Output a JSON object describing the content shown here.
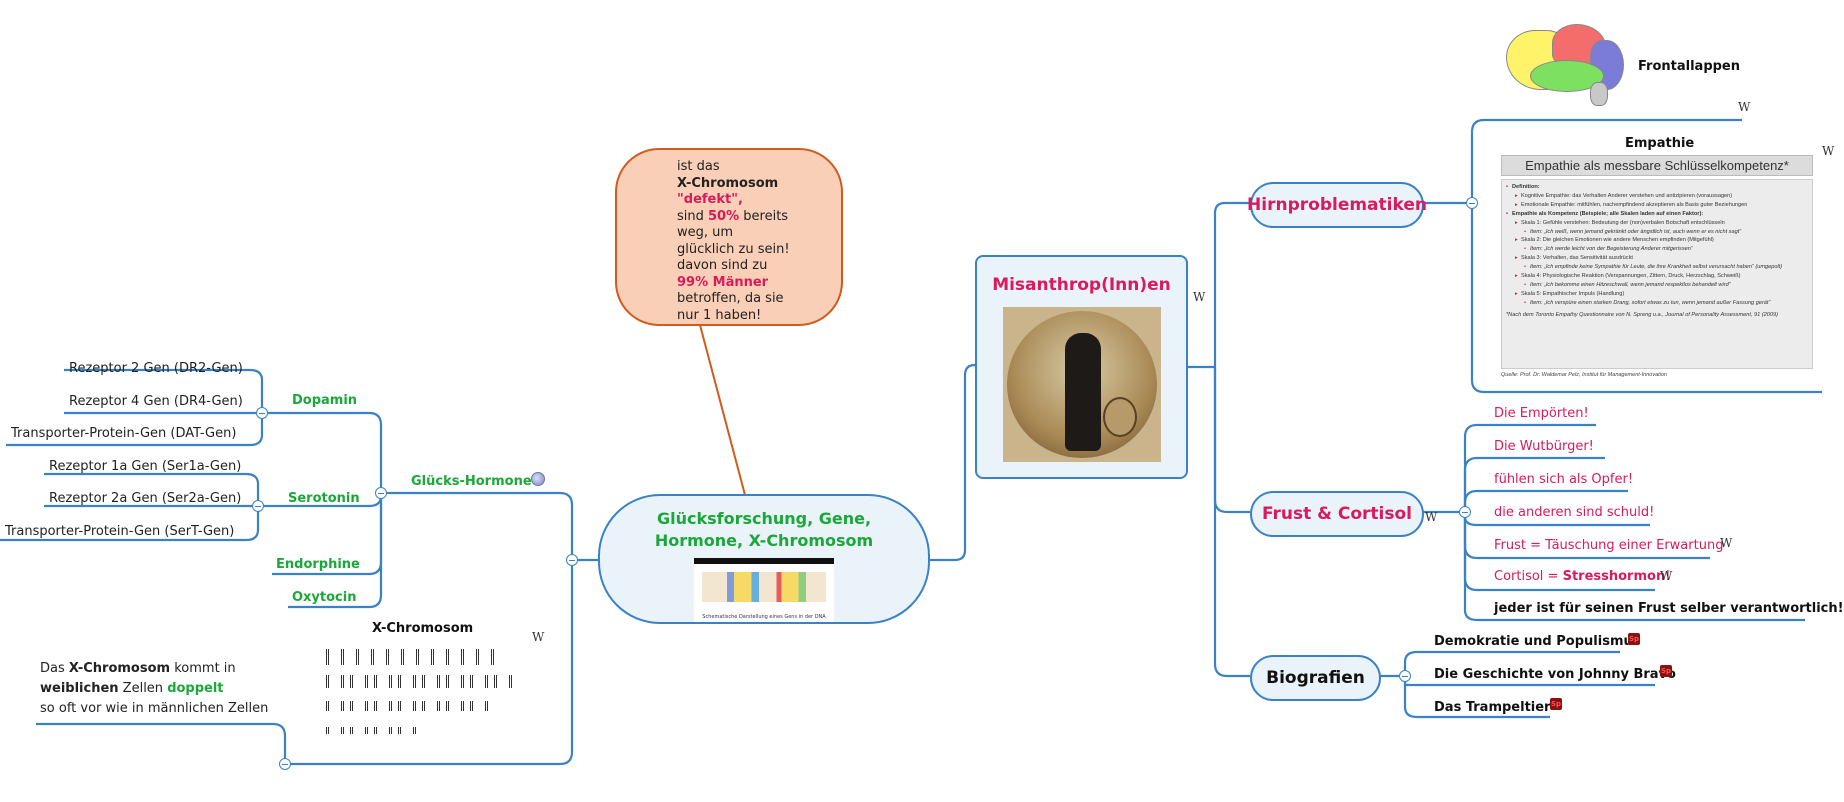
{
  "central": {
    "title_line1": "Glücksforschung, Gene,",
    "title_line2": "Hormone, X-Chromosom",
    "image_caption": "Schematische Darstellung eines Gens in der DNA"
  },
  "callout": {
    "lines": [
      {
        "text": "ist das",
        "style": "normal"
      },
      {
        "text": "X-Chromosom",
        "style": "bold"
      },
      {
        "text": "\"defekt\",",
        "style": "pink-bold"
      },
      {
        "text": "sind ",
        "style": "normal",
        "extra": "50%",
        "extra_style": "pink-bold",
        "tail": " bereits"
      },
      {
        "text": "weg, um",
        "style": "normal"
      },
      {
        "text": "glücklich zu sein!",
        "style": "normal"
      },
      {
        "text": "davon sind zu",
        "style": "normal"
      },
      {
        "text": "99% Männer",
        "style": "pink-bold"
      },
      {
        "text": "betroffen, da sie",
        "style": "normal"
      },
      {
        "text": "nur 1 haben!",
        "style": "normal"
      }
    ]
  },
  "left": {
    "glueck_hormone": {
      "label": "Glücks-Hormone",
      "dopamin": {
        "label": "Dopamin",
        "children": [
          "Rezeptor 2 Gen (DR2-Gen)",
          "Rezeptor 4 Gen (DR4-Gen)",
          "Transporter-Protein-Gen (DAT-Gen)"
        ]
      },
      "serotonin": {
        "label": "Serotonin",
        "children": [
          "Rezeptor 1a Gen (Ser1a-Gen)",
          "Rezeptor 2a Gen (Ser2a-Gen)",
          "Transporter-Protein-Gen (SerT-Gen)"
        ]
      },
      "endorphine": "Endorphine",
      "oxytocin": "Oxytocin"
    },
    "x_chromosom": {
      "label": "X-Chromosom",
      "note_part1": "Das ",
      "note_bold1": "X-Chromosom",
      "note_part2": " kommt in",
      "note_bold2": "weiblichen",
      "note_part3": " Zellen ",
      "note_green": "doppelt",
      "note_line3": "so oft vor wie in männlichen Zellen"
    }
  },
  "right": {
    "misanthrop": {
      "label": "Misanthrop(Inn)en"
    },
    "hirn": {
      "label": "Hirnproblematiken",
      "frontallappen": "Frontallappen",
      "empathie": {
        "label": "Empathie",
        "slide_title": "Empathie als messbare Schlüsselkompetenz*",
        "items": [
          {
            "level": 1,
            "text": "Definition:"
          },
          {
            "level": 2,
            "text": "Kognitive Empathie: das Verhalten Anderer verstehen und antizipieren (voraussagen)"
          },
          {
            "level": 2,
            "text": "Emotionale Empathie: mitfühlen, nachempfindend akzeptieren als Basis guter Beziehungen"
          },
          {
            "level": 1,
            "text": "Empathie als Kompetenz (Beispiele; alle Skalen laden auf einen Faktor):"
          },
          {
            "level": 2,
            "text": "Skala 1: Gefühle verstehen: Bedeutung der (non)verbalen Botschaft entschlüsseln"
          },
          {
            "level": 3,
            "text": "Item: „Ich weiß, wenn jemand gekränkt oder ängstlich ist, auch wenn er es nicht sagt“"
          },
          {
            "level": 2,
            "text": "Skala 2: Die gleichen Emotionen wie andere Menschen empfinden (Mitgefühl)"
          },
          {
            "level": 3,
            "text": "Item: „Ich werde leicht von der Begeisterung Anderer mitgerissen“"
          },
          {
            "level": 2,
            "text": "Skala 3: Verhalten, das Sensitivität ausdrückt"
          },
          {
            "level": 3,
            "text": "Item: „Ich empfinde keine Sympathie für Leute, die ihre Krankheit selbst verursacht haben“ (umgepolt)"
          },
          {
            "level": 2,
            "text": "Skala 4: Physiologische Reaktion (Verspannungen, Zittern, Druck, Herzschlag, Schweiß)"
          },
          {
            "level": 3,
            "text": "Item: „Ich bekomme einen Hitzeschwall, wenn jemand respektlos behandelt wird“"
          },
          {
            "level": 2,
            "text": "Skala 5: Empathischer Impuls (Handlung)"
          },
          {
            "level": 3,
            "text": "Item: „Ich verspüre einen starken Drang, sofort etwas zu tun, wenn jemand außer Fassung gerät“"
          }
        ],
        "footnote": "*Nach dem Toronto Empathy Questionnaire von N. Spreng u.a., Journal of Personality Assessment, 91 (2009)",
        "source": "Quelle: Prof. Dr. Waldemar Pelz, Institut für Management-Innovation"
      }
    },
    "frust": {
      "label": "Frust & Cortisol",
      "children": [
        "Die Empörten!",
        "Die Wutbürger!",
        "fühlen sich als Opfer!",
        "die anderen sind schuld!",
        "Frust = Täuschung einer Erwartung"
      ],
      "cortisol_prefix": "Cortisol = ",
      "cortisol_bold": "Stresshormon",
      "cortisol_suffix": "!",
      "last": "jeder ist für seinen Frust selber verantwortlich!"
    },
    "bio": {
      "label": "Biografien",
      "children": [
        "Demokratie und Populismus",
        "Die Geschichte von Johnny Bravo",
        "Das Trampeltier"
      ],
      "attachment_icon_text": "Sp"
    }
  },
  "icons": {
    "wiki_glyph": "W"
  }
}
